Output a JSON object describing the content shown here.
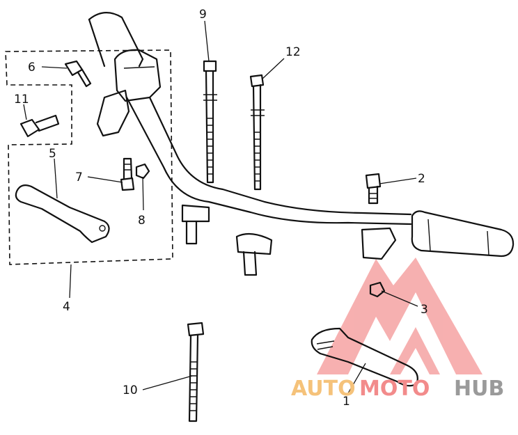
{
  "callouts": [
    {
      "id": "1",
      "label": "1"
    },
    {
      "id": "2",
      "label": "2"
    },
    {
      "id": "3",
      "label": "3"
    },
    {
      "id": "4",
      "label": "4"
    },
    {
      "id": "5",
      "label": "5"
    },
    {
      "id": "6",
      "label": "6"
    },
    {
      "id": "7",
      "label": "7"
    },
    {
      "id": "8",
      "label": "8"
    },
    {
      "id": "9",
      "label": "9"
    },
    {
      "id": "10",
      "label": "10"
    },
    {
      "id": "11",
      "label": "11"
    },
    {
      "id": "12",
      "label": "12"
    }
  ],
  "watermark": {
    "word_a": "AUTO",
    "word_b": "MOTO",
    "word_c": "HUB",
    "color_a": "#f5c27a",
    "color_b": "#f28b8b",
    "color_c": "#9a9a9a",
    "logo_color": "#f07070"
  },
  "ink_color": "#111111"
}
